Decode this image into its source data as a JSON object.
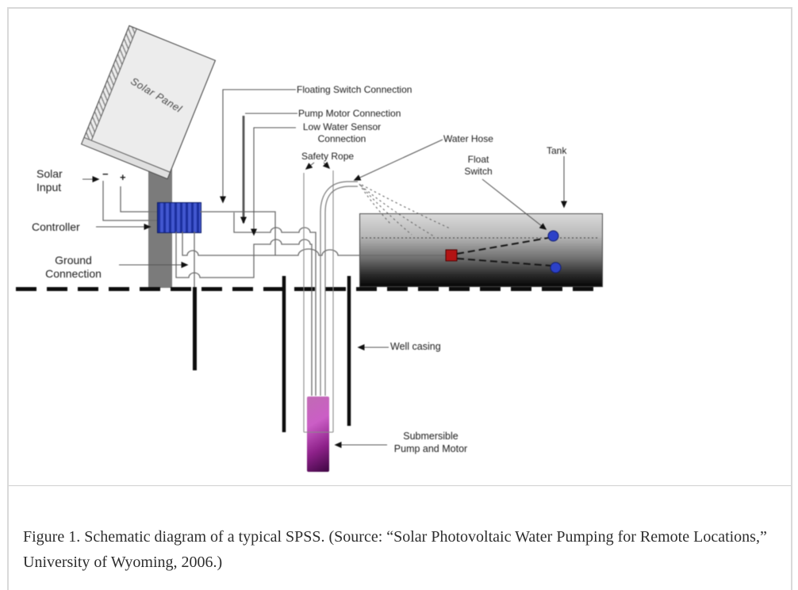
{
  "figure": {
    "caption": "Figure 1. Schematic diagram of a typical SPSS. (Source: “Solar Photovoltaic Water Pumping for Remote Locations,” University of Wyoming, 2006.)"
  },
  "diagram": {
    "labels": {
      "solar_panel": "Solar Panel",
      "solar_input": "Solar\nInput",
      "polarity_minus": "−",
      "polarity_plus": "+",
      "controller": "Controller",
      "ground_connection": "Ground\nConnection",
      "floating_switch_connection": "Floating Switch Connection",
      "pump_motor_connection": "Pump Motor Connection",
      "low_water_sensor_connection": "Low Water Sensor\nConnection",
      "safety_rope": "Safety Rope",
      "water_hose": "Water Hose",
      "float_switch": "Float\nSwitch",
      "tank": "Tank",
      "well_casing": "Well casing",
      "submersible_pump_and_motor": "Submersible\nPump and Motor"
    },
    "colors": {
      "controller_blue": "#4257cf",
      "controller_stripe": "#1b2f9e",
      "pump_magenta": "#cb5ec6",
      "pump_dark": "#47094b",
      "float_blue": "#2c41c8",
      "float_switch_red": "#b31414",
      "pole_gray": "#7b7b7b",
      "wire_gray": "#6a6a6a",
      "ground_black": "#0d0d0d",
      "frame_border": "#d9d9d9"
    }
  }
}
